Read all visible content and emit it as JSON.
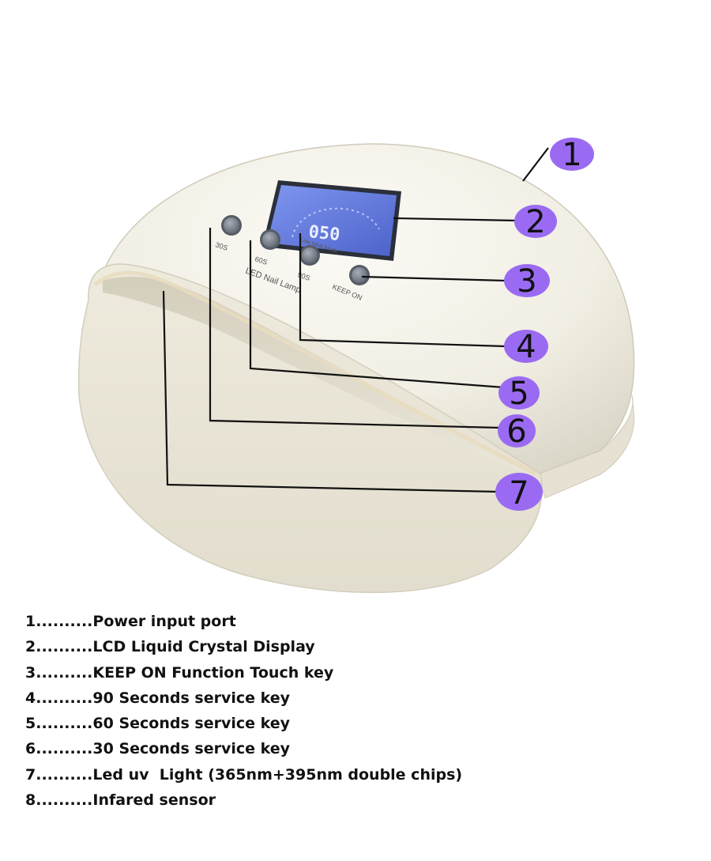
{
  "product_labels": {
    "brand_text": "LED Nail Lamp",
    "display_reading": "050",
    "button_30s": "30S",
    "button_60s": "60S",
    "button_90s": "90S",
    "low_heat_mode": "Low Heat Mode",
    "keep_on": "KEEP ON"
  },
  "callouts": [
    {
      "number": "1"
    },
    {
      "number": "2"
    },
    {
      "number": "3"
    },
    {
      "number": "4"
    },
    {
      "number": "5"
    },
    {
      "number": "6"
    },
    {
      "number": "7"
    }
  ],
  "legend": [
    {
      "prefix": "1..........",
      "text": "Power input port"
    },
    {
      "prefix": "2..........",
      "text": "LCD Liquid Crystal Display"
    },
    {
      "prefix": "3..........",
      "text": "KEEP ON Function Touch key"
    },
    {
      "prefix": "4..........",
      "text": "90 Seconds service key"
    },
    {
      "prefix": "5..........",
      "text": "60 Seconds service key"
    },
    {
      "prefix": "6..........",
      "text": "30 Seconds service key"
    },
    {
      "prefix": "7..........",
      "text": "Led uv  Light (365nm+395nm double chips)"
    },
    {
      "prefix": "8..........",
      "text": "Infared sensor"
    }
  ],
  "colors": {
    "callout_fill": "#9a6bf2",
    "shell": "#f3f0e6",
    "lcd": "#6f86e8"
  }
}
